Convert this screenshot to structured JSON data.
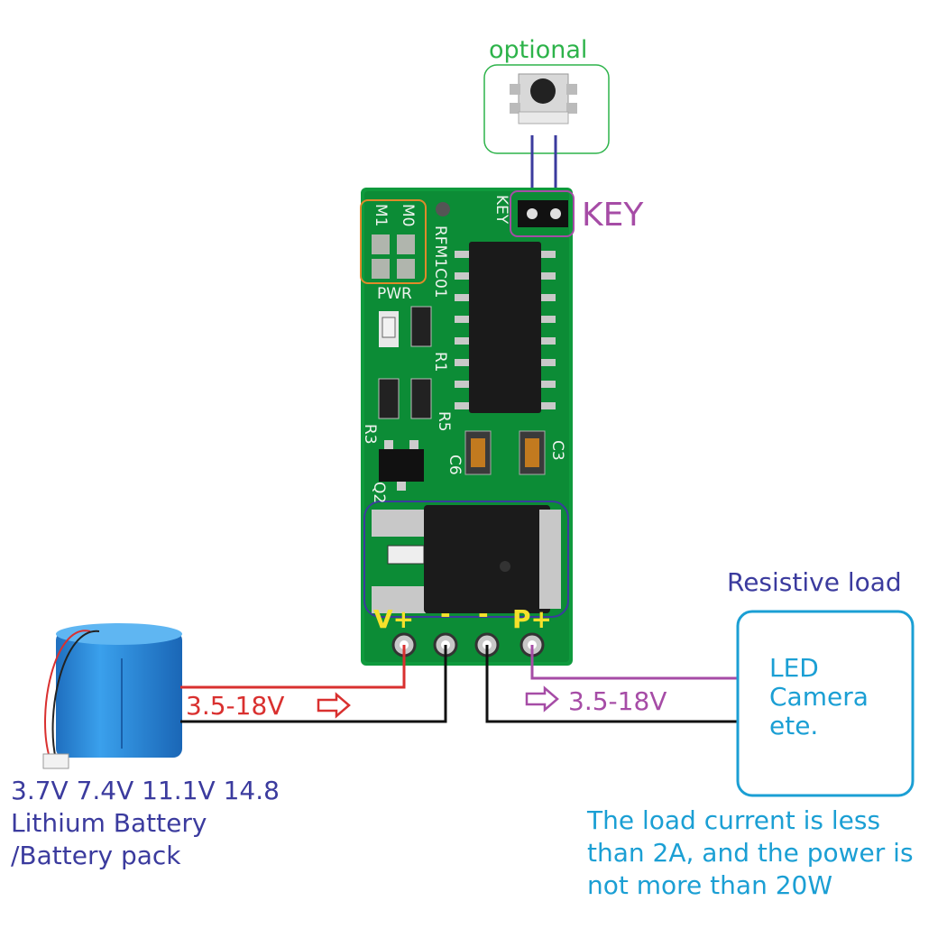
{
  "diagram": {
    "optional_label": "optional",
    "key_label": "KEY",
    "resistive_load_label": "Resistive load",
    "load_box_lines": [
      "LED",
      "Camera",
      "ete."
    ],
    "input_voltage": "3.5-18V",
    "output_voltage": "3.5-18V",
    "battery_lines": [
      "3.7V 7.4V 11.1V 14.8",
      "Lithium Battery",
      "/Battery pack"
    ],
    "note_lines": [
      "The load current is less",
      "than 2A, and the power is",
      "not more than 20W"
    ],
    "board": {
      "pins": [
        "V+",
        "-",
        "-",
        "P+"
      ],
      "silkscreen": [
        "M1",
        "M0",
        "PWR",
        "RFM1C01",
        "KEY",
        "R1",
        "R3",
        "R5",
        "C6",
        "C3",
        "Q2"
      ]
    },
    "colors": {
      "pcb": "#0f9a3d",
      "red_wire": "#d9302f",
      "purple_wire": "#a64ca6",
      "blue_wire": "#3b3b9e",
      "green": "#2db34a",
      "cyan": "#1b9fd4",
      "orange": "#e08a2a",
      "yellow_pin": "#f5e12b",
      "battery": "#2a8fd8"
    }
  }
}
